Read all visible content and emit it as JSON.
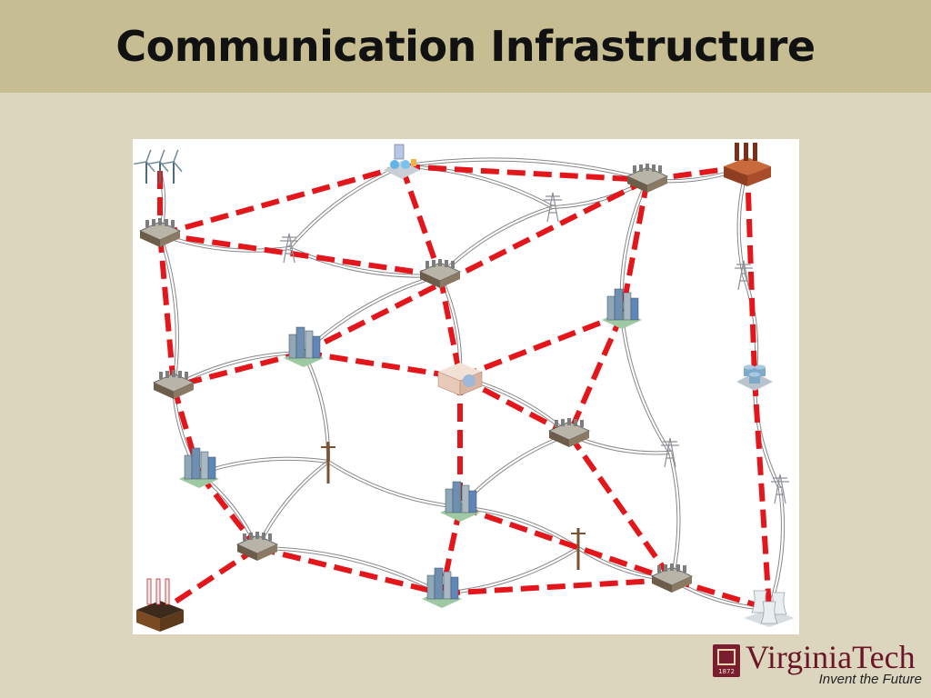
{
  "slide": {
    "title": "Communication Infrastructure"
  },
  "branding": {
    "name": "VirginiaTech",
    "tagline": "Invent the Future",
    "seal_year": "1872"
  },
  "colors": {
    "title_bar": "#c6bd92",
    "background": "#dcd6bf",
    "comm_link": "#e3161b",
    "power_line": "#888888",
    "brand_maroon": "#6b1626"
  },
  "diagram": {
    "nodes": [
      {
        "id": "wind-farm",
        "icon": "wind-turbine-icon"
      },
      {
        "id": "gas-plant",
        "icon": "gas-plant-icon"
      },
      {
        "id": "factory",
        "icon": "factory-icon"
      },
      {
        "id": "substation-nw",
        "icon": "substation-icon"
      },
      {
        "id": "substation-ne",
        "icon": "substation-icon"
      },
      {
        "id": "substation-center",
        "icon": "substation-icon"
      },
      {
        "id": "city-west",
        "icon": "city-icon"
      },
      {
        "id": "city-east",
        "icon": "city-icon"
      },
      {
        "id": "control-center",
        "icon": "control-center-icon"
      },
      {
        "id": "substation-west",
        "icon": "substation-icon"
      },
      {
        "id": "storage-tanks",
        "icon": "storage-tank-icon"
      },
      {
        "id": "substation-mid-east",
        "icon": "substation-icon"
      },
      {
        "id": "city-sw",
        "icon": "city-icon"
      },
      {
        "id": "city-center",
        "icon": "city-icon"
      },
      {
        "id": "substation-sw",
        "icon": "substation-icon"
      },
      {
        "id": "city-south",
        "icon": "city-icon"
      },
      {
        "id": "substation-se",
        "icon": "substation-icon"
      },
      {
        "id": "coal-plant",
        "icon": "coal-plant-icon"
      },
      {
        "id": "nuclear-plant",
        "icon": "cooling-tower-icon"
      },
      {
        "id": "pylon-1",
        "icon": "transmission-tower-icon"
      },
      {
        "id": "pylon-2",
        "icon": "transmission-tower-icon"
      },
      {
        "id": "pylon-3",
        "icon": "transmission-tower-icon"
      },
      {
        "id": "pylon-4",
        "icon": "transmission-tower-icon"
      },
      {
        "id": "pylon-5",
        "icon": "transmission-tower-icon"
      },
      {
        "id": "pole-1",
        "icon": "utility-pole-icon"
      },
      {
        "id": "pole-2",
        "icon": "utility-pole-icon"
      }
    ],
    "comm_links": [
      [
        "wind-farm",
        "substation-nw"
      ],
      [
        "substation-nw",
        "gas-plant"
      ],
      [
        "gas-plant",
        "substation-ne"
      ],
      [
        "substation-ne",
        "factory"
      ],
      [
        "substation-nw",
        "substation-center"
      ],
      [
        "gas-plant",
        "substation-center"
      ],
      [
        "substation-ne",
        "city-west"
      ],
      [
        "substation-center",
        "control-center"
      ],
      [
        "substation-ne",
        "city-east"
      ],
      [
        "factory",
        "storage-tanks"
      ],
      [
        "substation-nw",
        "substation-west"
      ],
      [
        "city-west",
        "substation-west"
      ],
      [
        "city-west",
        "control-center"
      ],
      [
        "control-center",
        "city-east"
      ],
      [
        "control-center",
        "substation-mid-east"
      ],
      [
        "control-center",
        "city-center"
      ],
      [
        "city-east",
        "substation-mid-east"
      ],
      [
        "substation-west",
        "city-sw"
      ],
      [
        "city-sw",
        "substation-sw"
      ],
      [
        "substation-sw",
        "coal-plant"
      ],
      [
        "substation-sw",
        "city-south"
      ],
      [
        "city-center",
        "city-south"
      ],
      [
        "city-center",
        "substation-se"
      ],
      [
        "substation-mid-east",
        "substation-se"
      ],
      [
        "city-south",
        "substation-se"
      ],
      [
        "substation-se",
        "nuclear-plant"
      ],
      [
        "storage-tanks",
        "nuclear-plant"
      ]
    ],
    "power_lines": [
      [
        "wind-farm",
        "substation-nw"
      ],
      [
        "substation-nw",
        "pylon-1"
      ],
      [
        "pylon-1",
        "gas-plant"
      ],
      [
        "pylon-1",
        "substation-center"
      ],
      [
        "gas-plant",
        "pylon-2"
      ],
      [
        "pylon-2",
        "substation-ne"
      ],
      [
        "gas-plant",
        "substation-ne"
      ],
      [
        "substation-ne",
        "factory"
      ],
      [
        "substation-center",
        "pylon-2"
      ],
      [
        "substation-ne",
        "city-east"
      ],
      [
        "substation-center",
        "control-center"
      ],
      [
        "substation-center",
        "city-west"
      ],
      [
        "substation-nw",
        "substation-west"
      ],
      [
        "city-west",
        "substation-west"
      ],
      [
        "city-west",
        "pole-1"
      ],
      [
        "city-east",
        "pylon-4"
      ],
      [
        "control-center",
        "substation-mid-east"
      ],
      [
        "substation-mid-east",
        "pylon-4"
      ],
      [
        "pylon-4",
        "substation-se"
      ],
      [
        "factory",
        "pylon-3"
      ],
      [
        "pylon-3",
        "storage-tanks"
      ],
      [
        "storage-tanks",
        "pylon-5"
      ],
      [
        "pylon-5",
        "nuclear-plant"
      ],
      [
        "substation-west",
        "city-sw"
      ],
      [
        "city-sw",
        "pole-1"
      ],
      [
        "pole-1",
        "city-center"
      ],
      [
        "city-sw",
        "substation-sw"
      ],
      [
        "substation-mid-east",
        "city-center"
      ],
      [
        "city-center",
        "pole-2"
      ],
      [
        "pole-2",
        "substation-se"
      ],
      [
        "substation-sw",
        "city-south"
      ],
      [
        "city-south",
        "pole-2"
      ],
      [
        "substation-sw",
        "pole-1"
      ],
      [
        "substation-se",
        "nuclear-plant"
      ]
    ]
  }
}
